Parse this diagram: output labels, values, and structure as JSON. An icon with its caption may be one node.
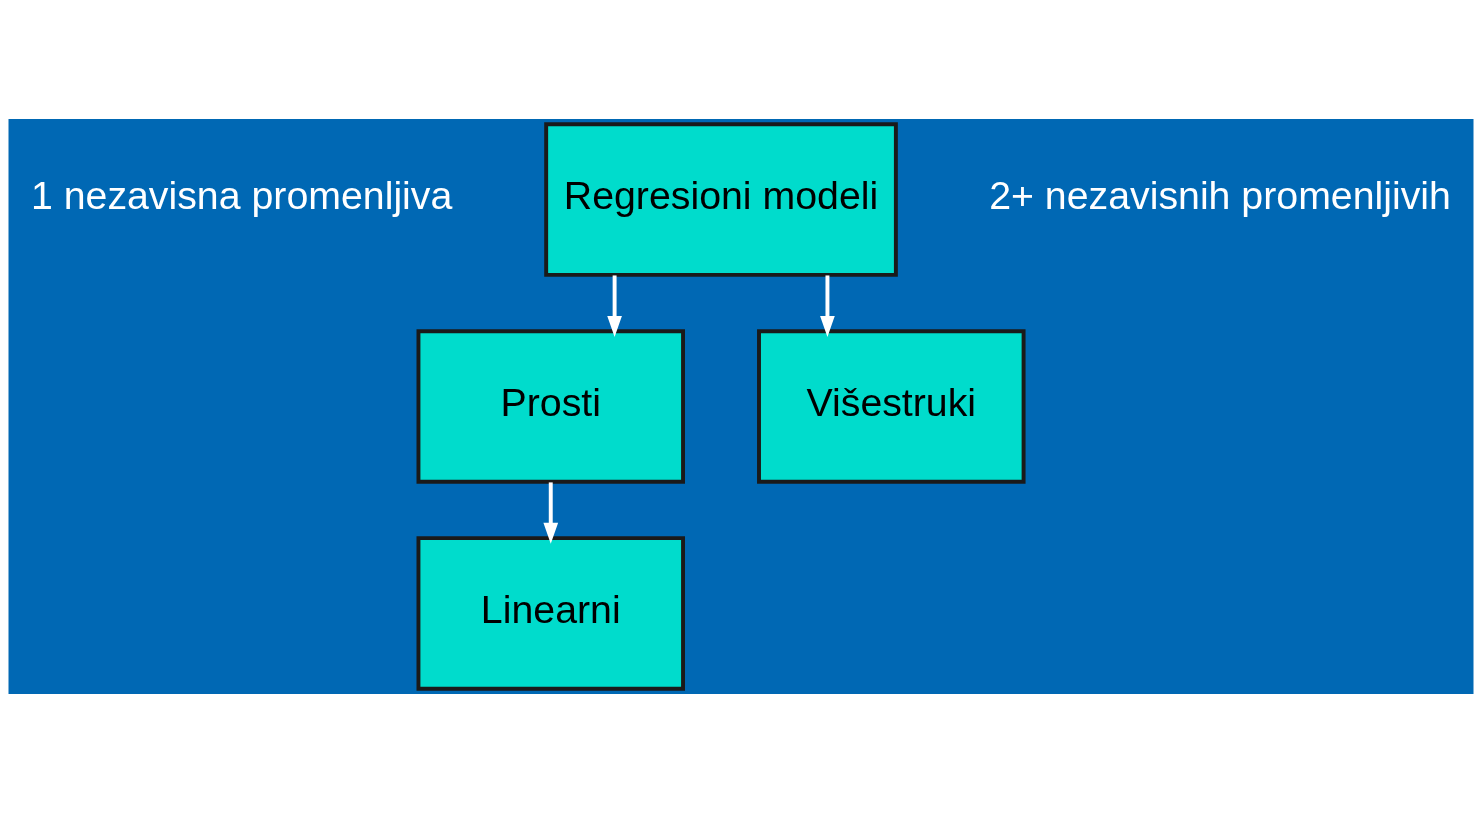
{
  "diagram": {
    "nodes": [
      {
        "text": [
          "Regresioni modeli"
        ]
      },
      {
        "text": [
          "Prosti"
        ]
      },
      {
        "text": [
          "Višestruki"
        ]
      },
      {
        "text": [
          "Linearni"
        ]
      }
    ],
    "edges": [
      {
        "from": 0,
        "to": 1,
        "arrow": "to",
        "color": "#ffffff"
      },
      {
        "from": 0,
        "to": 2,
        "arrow": "to",
        "color": "#ffffff"
      },
      {
        "from": 1,
        "to": 3,
        "arrow": "to",
        "color": "#ffffff"
      }
    ],
    "labels": [
      "1 nezavisna promenljiva",
      "2+ nezavisnih promenljivih"
    ]
  }
}
